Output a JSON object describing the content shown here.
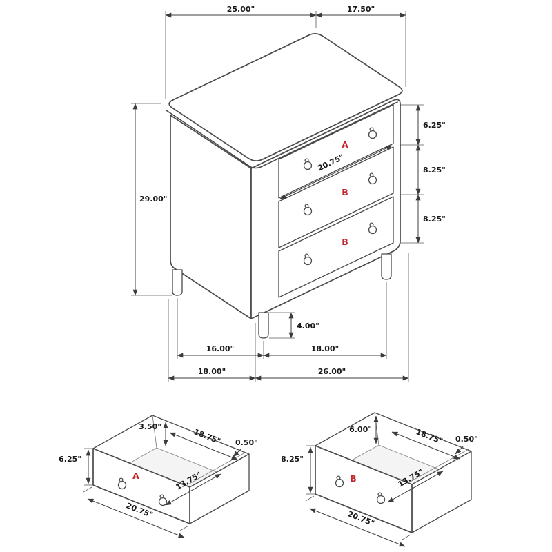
{
  "colors": {
    "outline": "#4a4a4a",
    "dimension_lines": "#3c3c3c",
    "label_red": "#c1272d",
    "background": "#ffffff"
  },
  "main_view": {
    "dim_top_width": "25.00\"",
    "dim_top_depth": "17.50\"",
    "dim_height": "29.00\"",
    "dim_top_drawer_height": "6.25\"",
    "dim_middle_drawer_height": "8.25\"",
    "dim_bottom_drawer_height": "8.25\"",
    "dim_drawer_front_width": "20.75\"",
    "dim_leg_height": "4.00\"",
    "dim_leg_spacing_depth": "16.00\"",
    "dim_leg_spacing_width": "18.00\"",
    "dim_overall_depth": "18.00\"",
    "dim_overall_width": "26.00\"",
    "label_top_drawer": "A",
    "label_middle_drawer": "B",
    "label_bottom_drawer": "B"
  },
  "drawer_a_view": {
    "label": "A",
    "dim_back_height": "3.50\"",
    "dim_inner_width": "18.75\"",
    "dim_side_thickness": "0.50\"",
    "dim_front_height": "6.25\"",
    "dim_inner_depth": "13.75\"",
    "dim_front_width": "20.75\""
  },
  "drawer_b_view": {
    "label": "B",
    "dim_back_height": "6.00\"",
    "dim_inner_width": "18.75\"",
    "dim_side_thickness": "0.50\"",
    "dim_front_height": "8.25\"",
    "dim_inner_depth": "13.75\"",
    "dim_front_width": "20.75\""
  }
}
